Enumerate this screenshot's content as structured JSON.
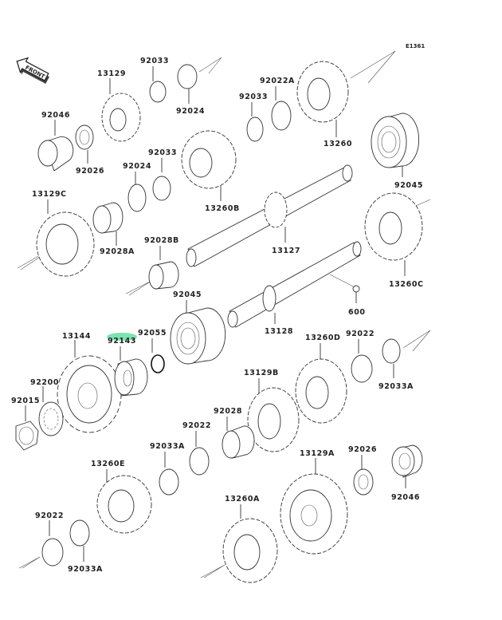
{
  "diagram": {
    "code": "E1361",
    "front_label": "FRONT",
    "highlight_color": "#6ee0a8",
    "highlighted_part": "92143",
    "parts": [
      {
        "id": "13129",
        "label": "13129"
      },
      {
        "id": "92033-a",
        "label": "92033"
      },
      {
        "id": "92024-a",
        "label": "92024"
      },
      {
        "id": "92046-a",
        "label": "92046"
      },
      {
        "id": "92026-a",
        "label": "92026"
      },
      {
        "id": "92033-b",
        "label": "92033"
      },
      {
        "id": "92022A",
        "label": "92022A"
      },
      {
        "id": "13260",
        "label": "13260"
      },
      {
        "id": "92033-c",
        "label": "92033"
      },
      {
        "id": "92024-b",
        "label": "92024"
      },
      {
        "id": "13260B",
        "label": "13260B"
      },
      {
        "id": "92045-a",
        "label": "92045"
      },
      {
        "id": "13129C",
        "label": "13129C"
      },
      {
        "id": "92028A",
        "label": "92028A"
      },
      {
        "id": "92028B",
        "label": "92028B"
      },
      {
        "id": "13127",
        "label": "13127"
      },
      {
        "id": "13260C",
        "label": "13260C"
      },
      {
        "id": "92045-b",
        "label": "92045"
      },
      {
        "id": "600",
        "label": "600"
      },
      {
        "id": "13128",
        "label": "13128"
      },
      {
        "id": "13144",
        "label": "13144"
      },
      {
        "id": "92143",
        "label": "92143"
      },
      {
        "id": "92055",
        "label": "92055"
      },
      {
        "id": "13260D",
        "label": "13260D"
      },
      {
        "id": "92022-a",
        "label": "92022"
      },
      {
        "id": "92033A-a",
        "label": "92033A"
      },
      {
        "id": "92200",
        "label": "92200"
      },
      {
        "id": "92015",
        "label": "92015"
      },
      {
        "id": "13129B",
        "label": "13129B"
      },
      {
        "id": "92028",
        "label": "92028"
      },
      {
        "id": "92022-b",
        "label": "92022"
      },
      {
        "id": "92033A-b",
        "label": "92033A"
      },
      {
        "id": "13260E",
        "label": "13260E"
      },
      {
        "id": "92026-b",
        "label": "92026"
      },
      {
        "id": "92046-b",
        "label": "92046"
      },
      {
        "id": "13129A",
        "label": "13129A"
      },
      {
        "id": "13260A",
        "label": "13260A"
      },
      {
        "id": "92022-c",
        "label": "92022"
      },
      {
        "id": "92033A-c",
        "label": "92033A"
      }
    ]
  }
}
